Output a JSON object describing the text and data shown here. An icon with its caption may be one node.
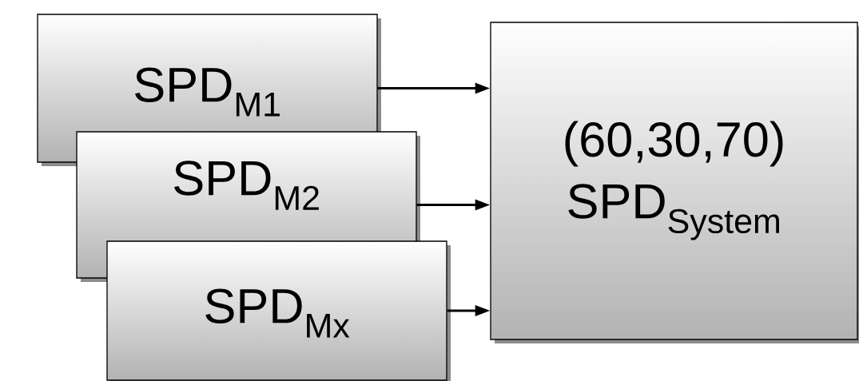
{
  "diagram": {
    "nodes": [
      {
        "text": [
          "SPD$_{M1}$"
        ]
      },
      {
        "text": [
          "SPD$_{M2}$"
        ]
      },
      {
        "text": [
          "SPD$_{Mx}$"
        ]
      },
      {
        "text": [
          "(60,30,70)",
          "SPD$_{System}$"
        ]
      }
    ],
    "edges": [
      {
        "from": 0,
        "to": 3,
        "arrow": "to"
      },
      {
        "from": 1,
        "to": 3,
        "arrow": "to"
      },
      {
        "from": 2,
        "to": 3,
        "arrow": "to"
      }
    ]
  }
}
